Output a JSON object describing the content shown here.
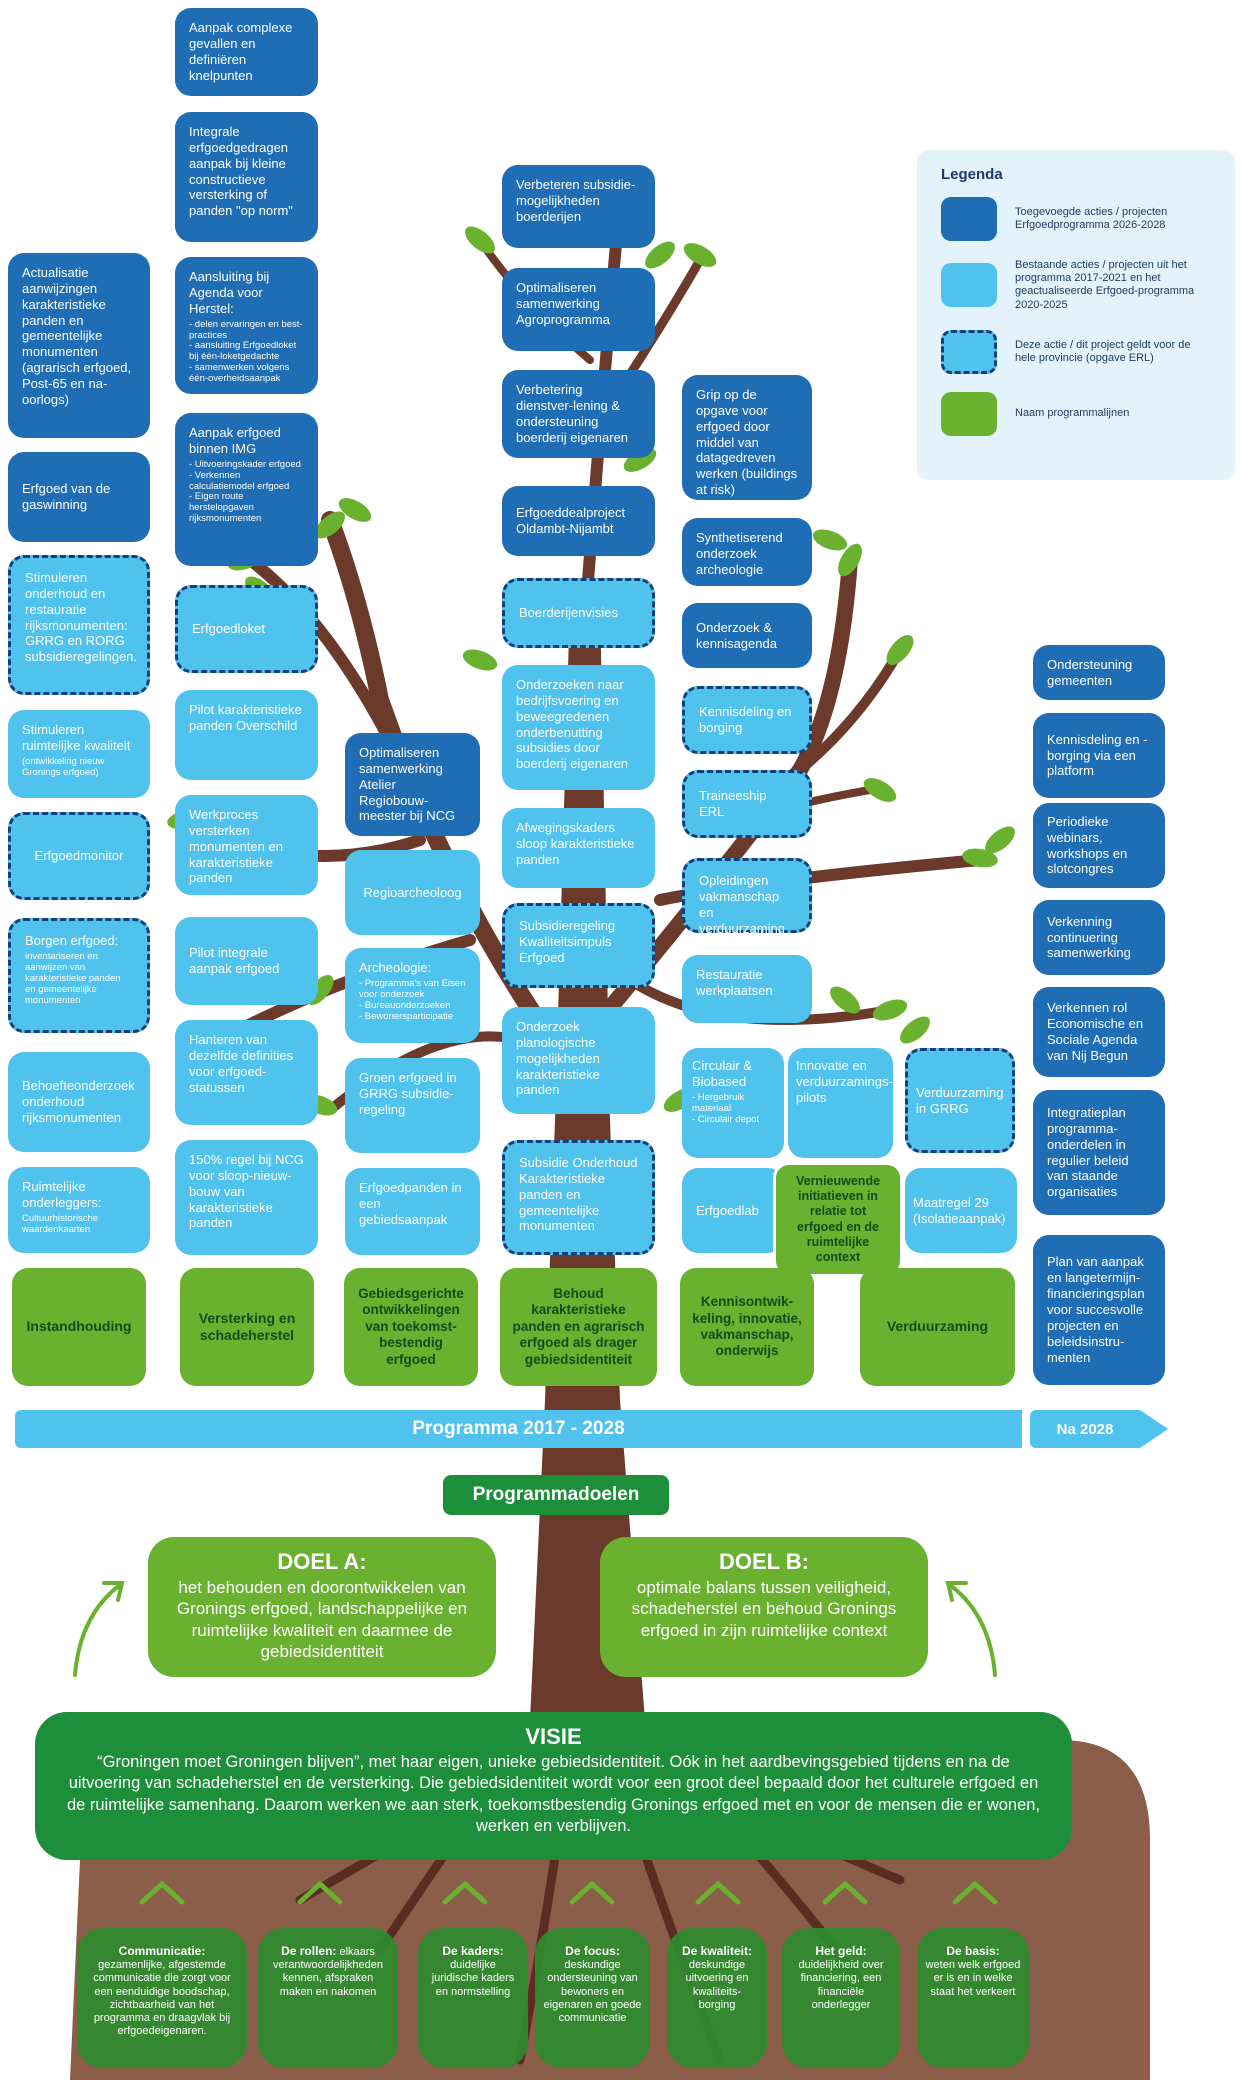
{
  "legend": {
    "title": "Legenda",
    "items": [
      {
        "type": "dark",
        "text": "Toegevoegde acties / projecten Erfgoedprogramma 2026-2028"
      },
      {
        "type": "light",
        "text": "Bestaande acties / projecten uit het programma 2017-2021 en het geactualiseerde Erfgoed-programma 2020-2025"
      },
      {
        "type": "dashed",
        "text": "Deze actie / dit project geldt voor de hele provincie (opgave ERL)"
      },
      {
        "type": "green",
        "text": "Naam programmalijnen"
      }
    ]
  },
  "colors": {
    "dark": "#1e6db5",
    "light": "#4fc3ee",
    "green": "#6ab12f",
    "darkgreen": "#1d8f3a",
    "trunk": "#6b3a2a",
    "soil": "#8b5e4a"
  },
  "cards": {
    "c1": "Actualisatie aanwijzingen karakteristieke panden en gemeentelijke monumenten (agrarisch erfgoed, Post-65 en na-oorlogs)",
    "c2": "Erfgoed van de gaswinning",
    "c3": "Stimuleren onderhoud en restauratie rijksmonumenten: GRRG en RORG subsidieregelingen.",
    "c4": "Stimuleren ruimtelijke kwaliteit",
    "c4s": "(ontwikkeling nieuw Gronings erfgoed)",
    "c5": "Erfgoedmonitor",
    "c6": "Borgen erfgoed:",
    "c6s": "inventariseren en aanwijzen van karakteristieke panden en gemeentelijke monumenten",
    "c7": "Behoefteonderzoek onderhoud rijksmonumenten",
    "c8": "Ruimtelijke onderleggers:",
    "c8s": "Cultuurhistorische waardenkaarten",
    "c9": "Aanpak complexe gevallen en definiëren knelpunten",
    "c10": "Integrale erfgoedgedragen aanpak bij kleine constructieve versterking of panden \"op norm\"",
    "c11": "Aansluiting bij Agenda voor Herstel:",
    "c11s": [
      "- delen ervaringen en best-practices",
      "- aansluiting Erfgoedloket bij één-loketgedachte",
      "- samenwerken volgens één-overheidsaanpak"
    ],
    "c12": "Aanpak erfgoed binnen IMG",
    "c12s": [
      "- Uitvoeringskader erfgoed",
      "- Verkennen calculatiemodel erfgoed",
      "- Eigen route herstelopgaven rijksmonumenten"
    ],
    "c13": "Erfgoedloket",
    "c14": "Pilot karakteristieke panden Overschild",
    "c15": "Werkproces versterken monumenten en karakteristieke panden",
    "c16": "Pilot integrale aanpak erfgoed",
    "c17": "Hanteren van dezelfde definities voor erfgoed-statussen",
    "c18": "150% regel bij NCG voor sloop-nieuw-bouw van karakteristieke panden",
    "c19": "Optimaliseren samenwerking Atelier Regiobouw-meester bij NCG",
    "c20": "Regioarcheoloog",
    "c21": "Archeologie:",
    "c21s": [
      "- Programma's van Eisen voor onderzoek",
      "- Bureauonderzoeken",
      "- Bewonersparticipatie"
    ],
    "c22": "Groen erfgoed in GRRG subsidie-regeling",
    "c23": "Erfgoedpanden in een gebiedsaanpak",
    "c24": "Verbeteren subsidie-mogelijkheden boerderijen",
    "c25": "Optimaliseren samenwerking Agroprogramma",
    "c26": "Verbetering dienstver-lening & ondersteuning boerderij eigenaren",
    "c27": "Erfgoeddealproject Oldambt-Nijambt",
    "c28": "Boerderijenvisies",
    "c29": "Onderzoeken naar bedrijfsvoering en beweegredenen onderbenutting subsidies door boerderij eigenaren",
    "c30": "Afwegingskaders sloop karakteristieke panden",
    "c31": "Subsidieregeling Kwaliteitsimpuls Erfgoed",
    "c32": "Onderzoek planologische mogelijkheden karakteristieke panden",
    "c33": "Subsidie Onderhoud Karakteristieke panden en gemeentelijke monumenten",
    "c34": "Grip op de opgave voor erfgoed door middel van datagedreven werken (buildings at risk)",
    "c35": "Synthetiserend onderzoek archeologie",
    "c36": "Onderzoek & kennisagenda",
    "c37": "Kennisdeling en borging",
    "c38": "Traineeship ERL",
    "c39": "Opleidingen vakmanschap en verduurzaming",
    "c40": "Restauratie werkplaatsen",
    "c41": "Circulair & Biobased",
    "c41s": [
      "- Hergebruik materiaal",
      "- Circulair depot"
    ],
    "c42": "Innovatie en verduurzamings-pilots",
    "c43": "Verduurzaming in GRRG",
    "c44": "Erfgoedlab",
    "c45": "Vernieuwende initiatieven in relatie tot erfgoed en de ruimtelijke context",
    "c46": "Maatregel 29 (Isolatieaanpak)",
    "n1": "Ondersteuning gemeenten",
    "n2": "Kennisdeling en -borging via een platform",
    "n3": "Periodieke webinars, workshops en slotcongres",
    "n4": "Verkenning continuering samenwerking",
    "n5": "Verkennen rol Economische en Sociale Agenda van Nij Begun",
    "n6": "Integratieplan programma-onderdelen in regulier beleid van staande organisaties",
    "n7": "Plan van aanpak en langetermijn-financieringsplan voor succesvolle projecten en beleidsinstru-menten"
  },
  "programmalijnen": [
    "Instandhouding",
    "Versterking en schadeherstel",
    "Gebiedsgerichte ontwikkelingen van toekomst-bestendig erfgoed",
    "Behoud karakteristieke panden en agrarisch erfgoed als drager gebiedsidentiteit",
    "Kennisontwik-keling, innovatie, vakmanschap, onderwijs",
    "Verduurzaming"
  ],
  "band": {
    "program": "Programma 2017 - 2028",
    "after": "Na 2028"
  },
  "programmadoelen": "Programmadoelen",
  "doelA": {
    "title": "DOEL A:",
    "text": "het behouden en doorontwikkelen van Gronings erfgoed, landschappelijke en ruimtelijke kwaliteit en daarmee de gebiedsidentiteit"
  },
  "doelB": {
    "title": "DOEL B:",
    "text": "optimale balans tussen veiligheid, schadeherstel en behoud Gronings erfgoed in zijn ruimtelijke context"
  },
  "visie": {
    "title": "VISIE",
    "text": "“Groningen moet Groningen blijven”, met haar eigen, unieke gebiedsidentiteit. Oók in het aardbevingsgebied tijdens en na de uitvoering van schadeherstel en de versterking. Die gebiedsidentiteit wordt voor een groot deel bepaald door het culturele erfgoed en de ruimtelijke samenhang. Daarom werken we aan sterk, toekomstbestendig Gronings erfgoed met en voor de mensen die er wonen, werken en verblijven."
  },
  "roots": [
    {
      "title": "Communicatie:",
      "text": "gezamenlijke, afgestemde communicatie die zorgt voor een eenduidige boodschap, zichtbaarheid van het programma en draagvlak bij erfgoedeigenaren."
    },
    {
      "title": "De rollen:",
      "text": "elkaars verantwoordelijkheden kennen, afspraken maken en nakomen"
    },
    {
      "title": "De kaders:",
      "text": "duidelijke juridische kaders en normstelling"
    },
    {
      "title": "De focus:",
      "text": "deskundige ondersteuning van bewoners en eigenaren en goede communicatie"
    },
    {
      "title": "De kwaliteit:",
      "text": "deskundige uitvoering en kwaliteits-borging"
    },
    {
      "title": "Het geld:",
      "text": "duidelijkheid over financiering, een financiële onderlegger"
    },
    {
      "title": "De basis:",
      "text": "weten welk erfgoed er is en in welke staat het verkeert"
    }
  ]
}
